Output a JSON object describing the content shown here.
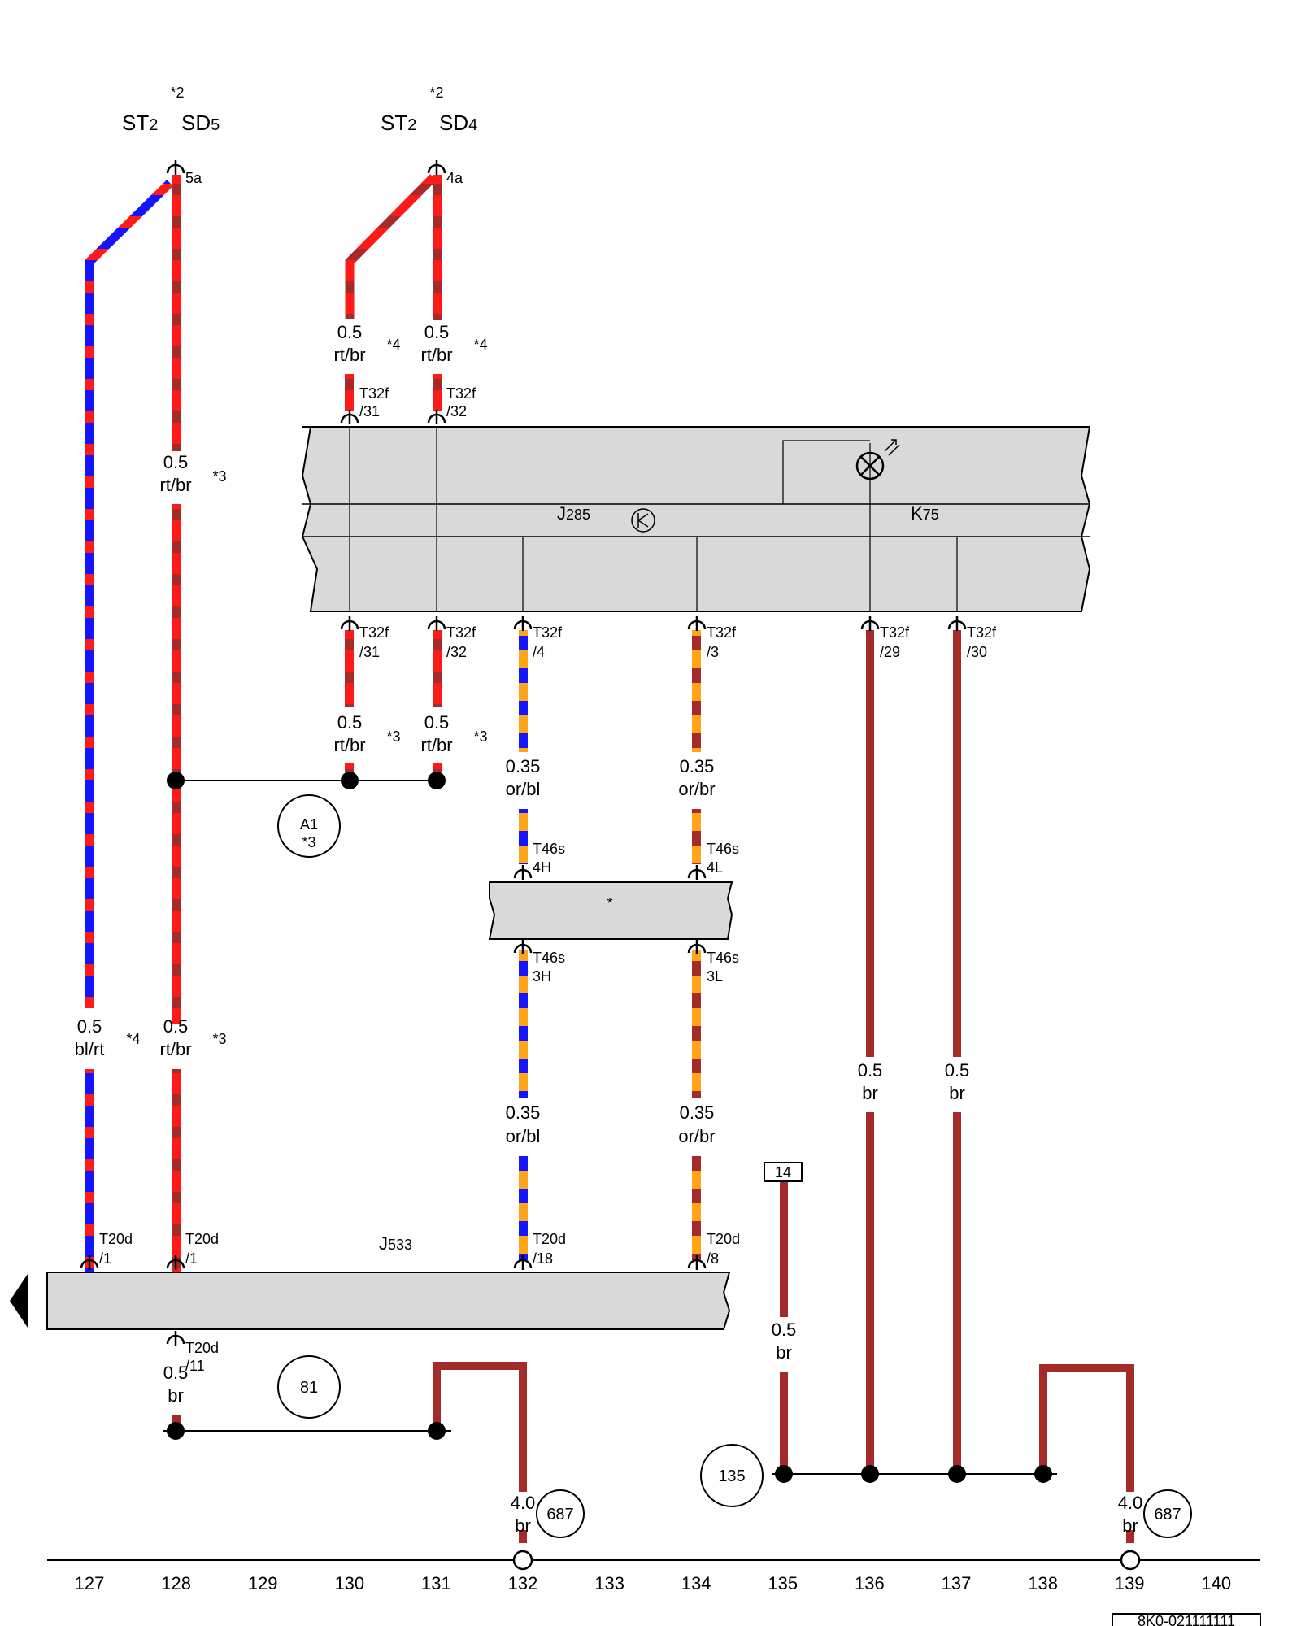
{
  "colors": {
    "red": "#ff1a1a",
    "brown": "#a52a2a",
    "blue": "#1414ff",
    "orange": "#ffa51a",
    "component_fill": "#d9d9d9",
    "line": "#000000"
  },
  "headers": {
    "left": {
      "marker": "*2",
      "st": "ST",
      "st_sub": "2",
      "sd": "SD",
      "sd_sub": "5",
      "pin": "5a"
    },
    "right": {
      "marker": "*2",
      "st": "ST",
      "st_sub": "2",
      "sd": "SD",
      "sd_sub": "4",
      "pin": "4a"
    }
  },
  "components": {
    "j285": {
      "name": "J",
      "sub": "285"
    },
    "k75": {
      "name": "K",
      "sub": "75"
    },
    "gateway": {
      "label": "*"
    },
    "j533": {
      "name": "J",
      "sub": "533"
    }
  },
  "connectors": {
    "c1": {
      "l1": "T32f",
      "l2": "/31"
    },
    "c2": {
      "l1": "T32f",
      "l2": "/32"
    },
    "c3": {
      "l1": "T32f",
      "l2": "/31"
    },
    "c4": {
      "l1": "T32f",
      "l2": "/32"
    },
    "c5": {
      "l1": "T32f",
      "l2": "/4"
    },
    "c6": {
      "l1": "T32f",
      "l2": "/3"
    },
    "c7": {
      "l1": "T32f",
      "l2": "/29"
    },
    "c8": {
      "l1": "T32f",
      "l2": "/30"
    },
    "c9": {
      "l1": "T46s",
      "l2": "4H"
    },
    "c10": {
      "l1": "T46s",
      "l2": "4L"
    },
    "c11": {
      "l1": "T46s",
      "l2": "3H"
    },
    "c12": {
      "l1": "T46s",
      "l2": "3L"
    },
    "c13": {
      "l1": "T20d",
      "l2": "/1"
    },
    "c14": {
      "l1": "T20d",
      "l2": "/1"
    },
    "c15": {
      "l1": "T20d",
      "l2": "/18"
    },
    "c16": {
      "l1": "T20d",
      "l2": "/8"
    },
    "c17": {
      "l1": "T20d",
      "l2": "/11"
    }
  },
  "wire_labels": {
    "w1": {
      "size": "0.5",
      "color": "rt/br",
      "note": "*4"
    },
    "w2": {
      "size": "0.5",
      "color": "rt/br",
      "note": "*4"
    },
    "w3": {
      "size": "0.5",
      "color": "rt/br",
      "note": "*3"
    },
    "w4": {
      "size": "0.5",
      "color": "rt/br",
      "note": "*3"
    },
    "w5": {
      "size": "0.5",
      "color": "rt/br",
      "note": "*3"
    },
    "w6": {
      "size": "0.35",
      "color": "or/bl"
    },
    "w7": {
      "size": "0.35",
      "color": "or/br"
    },
    "w8": {
      "size": "0.5",
      "color": "bl/rt",
      "note": "*4"
    },
    "w9": {
      "size": "0.5",
      "color": "rt/br",
      "note": "*3"
    },
    "w10": {
      "size": "0.35",
      "color": "or/bl"
    },
    "w11": {
      "size": "0.35",
      "color": "or/br"
    },
    "w12": {
      "size": "0.5",
      "color": "br"
    },
    "w13": {
      "size": "0.5",
      "color": "br"
    },
    "w14": {
      "size": "0.5",
      "color": "br"
    },
    "w15": {
      "size": "0.5",
      "color": "br"
    },
    "w16": {
      "size": "4.0",
      "color": "br"
    },
    "w17": {
      "size": "4.0",
      "color": "br"
    }
  },
  "refs": {
    "a1": {
      "l1": "A1",
      "l2": "*3"
    },
    "r81": "81",
    "r135": "135",
    "r687a": "687",
    "r687b": "687",
    "box14": "14"
  },
  "ruler": [
    "127",
    "128",
    "129",
    "130",
    "131",
    "132",
    "133",
    "134",
    "135",
    "136",
    "137",
    "138",
    "139",
    "140"
  ],
  "footer_code": "8K0-021111111"
}
